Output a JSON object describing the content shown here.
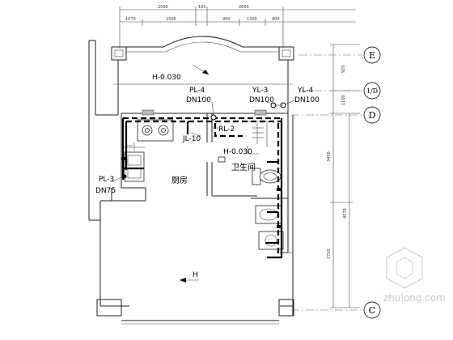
{
  "labels": {
    "pl4": "PL-4",
    "pl4_dn": "DN100",
    "yl3": "YL-3",
    "yl3_dn": "DN100",
    "yl4": "YL-4",
    "yl4_dn": "DN100",
    "rl2": "RL-2",
    "jl10": "JL-10",
    "pl3": "PL-3",
    "pl3_dn": "DN75",
    "balcony_level": "H-0.030",
    "bath_level": "H-0.030",
    "kitchen": "厨房",
    "bathroom": "卫生间",
    "floor_h": "H"
  },
  "axes": {
    "e": "E",
    "half_d": "1/D",
    "d": "D",
    "c": "C"
  },
  "dims": {
    "top_left": "2500",
    "top_right": "2600",
    "top_mid": "100",
    "sub1": "1070",
    "sub2": "1500",
    "sub3": "900",
    "sub4": "1300",
    "sub5": "400",
    "right1": "920",
    "right2": "1100",
    "right3": "3450",
    "right4": "4570",
    "right5": "2720"
  },
  "watermark": "zhulong.com"
}
